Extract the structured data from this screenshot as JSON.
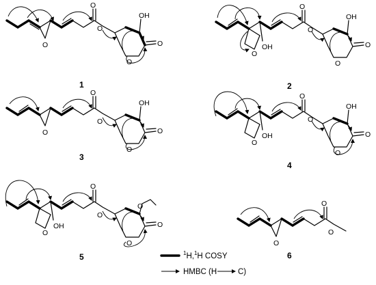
{
  "compounds": [
    {
      "label": "1"
    },
    {
      "label": "2"
    },
    {
      "label": "3"
    },
    {
      "label": "4"
    },
    {
      "label": "5"
    },
    {
      "label": "6"
    }
  ],
  "atoms": {
    "oxygen": "O",
    "hydroxyl": "OH"
  },
  "legend": {
    "cosy": {
      "sup1": "1",
      "h1": "H,",
      "sup2": "1",
      "h2": "H COSY"
    },
    "hmbc": "HMBC (H",
    "hmbc_end": "C)"
  }
}
